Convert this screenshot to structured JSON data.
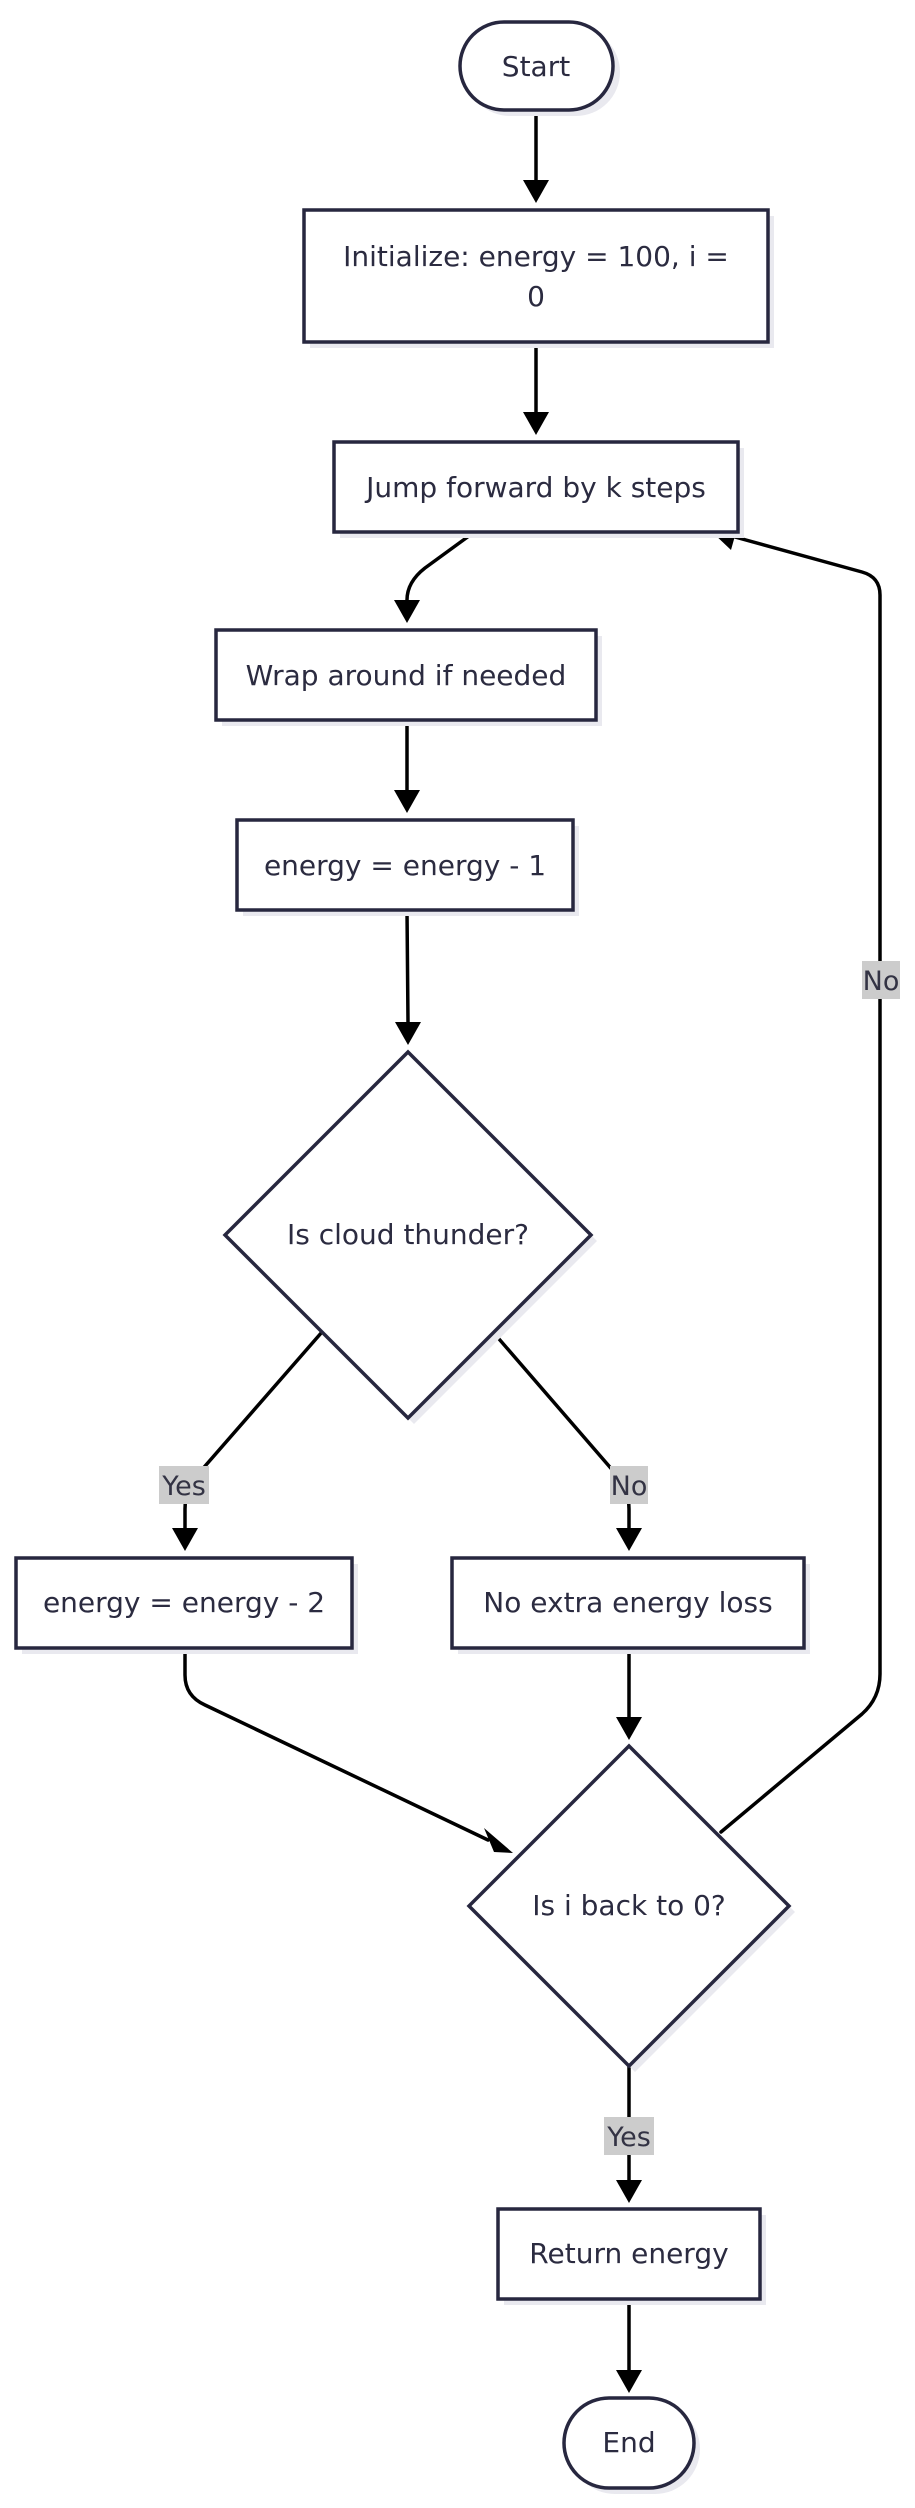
{
  "nodes": {
    "start": "Start",
    "init_line1": "Initialize: energy = 100, i =",
    "init_line2": "0",
    "jump": "Jump forward by k steps",
    "wrap": "Wrap around if needed",
    "energy_minus_1": "energy = energy - 1",
    "cloud_decision": "Is cloud thunder?",
    "energy_minus_2": "energy = energy - 2",
    "no_extra_loss": "No extra energy loss",
    "back_decision": "Is i back to 0?",
    "return_energy": "Return energy",
    "end": "End"
  },
  "edge_labels": {
    "cloud_yes": "Yes",
    "cloud_no": "No",
    "back_no": "No",
    "back_yes": "Yes"
  },
  "colors": {
    "node_stroke": "#27273f",
    "edge": "#000000",
    "label_bg": "#cccccc"
  }
}
